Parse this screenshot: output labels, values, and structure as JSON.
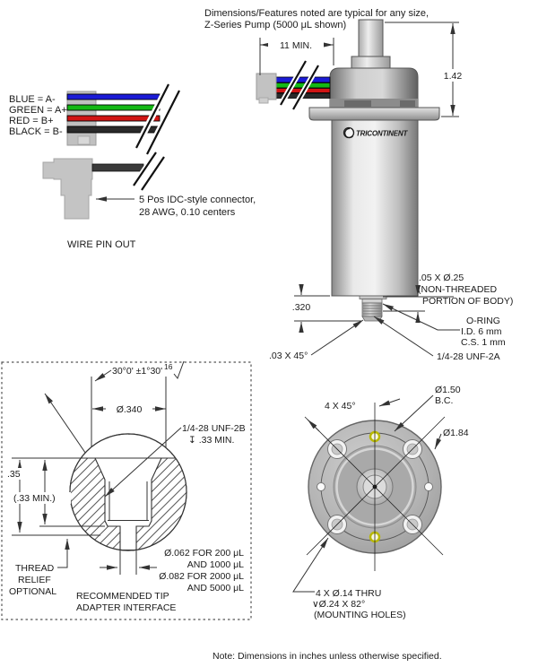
{
  "header": {
    "line1": "Dimensions/Features noted are typical for any size,",
    "line2": "Z-Series Pump (5000 μL shown)"
  },
  "wire_pinout": {
    "blue_label": "BLUE = A-",
    "green_label": "GREEN = A+",
    "red_label": "RED = B+",
    "black_label": "BLACK = B-",
    "connector_line1": "5 Pos IDC-style  connector,",
    "connector_line2": "28 AWG, 0.10 centers",
    "title": "WIRE PIN OUT"
  },
  "pump": {
    "logo": "TRICONTINENT",
    "dim_wire_min": "11 MIN.",
    "dim_height": "1.42",
    "dim_step": ".05 X Ø.25",
    "dim_step_note1": "(NON-THREADED",
    "dim_step_note2": "PORTION OF BODY)",
    "dim_thread_len": ".320",
    "oring1": "O-RING",
    "oring2": "I.D. 6 mm",
    "oring3": "C.S. 1 mm",
    "chamfer": ".03 X 45°",
    "thread": "1/4-28 UNF-2A"
  },
  "tip_detail": {
    "angle": "30°0' ±1°30'",
    "finish": "16",
    "dia": "Ø.340",
    "thread1": "1/4-28 UNF-2B",
    "thread2": "↧ .33 MIN.",
    "depth": ".35",
    "depth_min": "(.33 MIN.)",
    "relief1": "THREAD",
    "relief2": "RELIEF",
    "relief3": "OPTIONAL",
    "hole1": "Ø.062 FOR 200 μL",
    "hole2": "AND 1000 μL",
    "hole3": "Ø.082 FOR 2000 μL",
    "hole4": "AND 5000 μL",
    "caption1": "RECOMMENDED TIP",
    "caption2": "ADAPTER INTERFACE"
  },
  "flange": {
    "angle": "4 X 45°",
    "bc1": "Ø1.50",
    "bc2": "B.C.",
    "od": "Ø1.84",
    "holes1": "4 X Ø.14 THRU",
    "holes2": "∨Ø.24 X 82°",
    "holes3": "(MOUNTING HOLES)"
  },
  "footer": {
    "note": "Note: Dimensions in inches unless otherwise specified."
  },
  "colors": {
    "wire_blue": "#1b1bd6",
    "wire_green": "#14b814",
    "wire_red": "#d01414",
    "wire_black": "#2a2a2a",
    "hole_accent": "#b8b800",
    "line": "#333333"
  }
}
